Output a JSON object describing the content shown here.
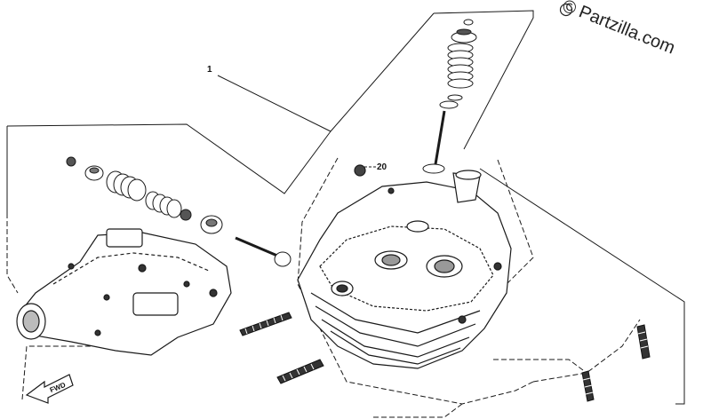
{
  "watermark": {
    "text": "Partzilla.com",
    "symbol": "©",
    "color": "#222222"
  },
  "callouts": [
    {
      "label": "1"
    },
    {
      "label": "20"
    }
  ],
  "direction_marker": {
    "text": "FWD"
  },
  "colors": {
    "line": "#1a1a1a",
    "fill_dark": "#333333",
    "background": "#ffffff"
  }
}
